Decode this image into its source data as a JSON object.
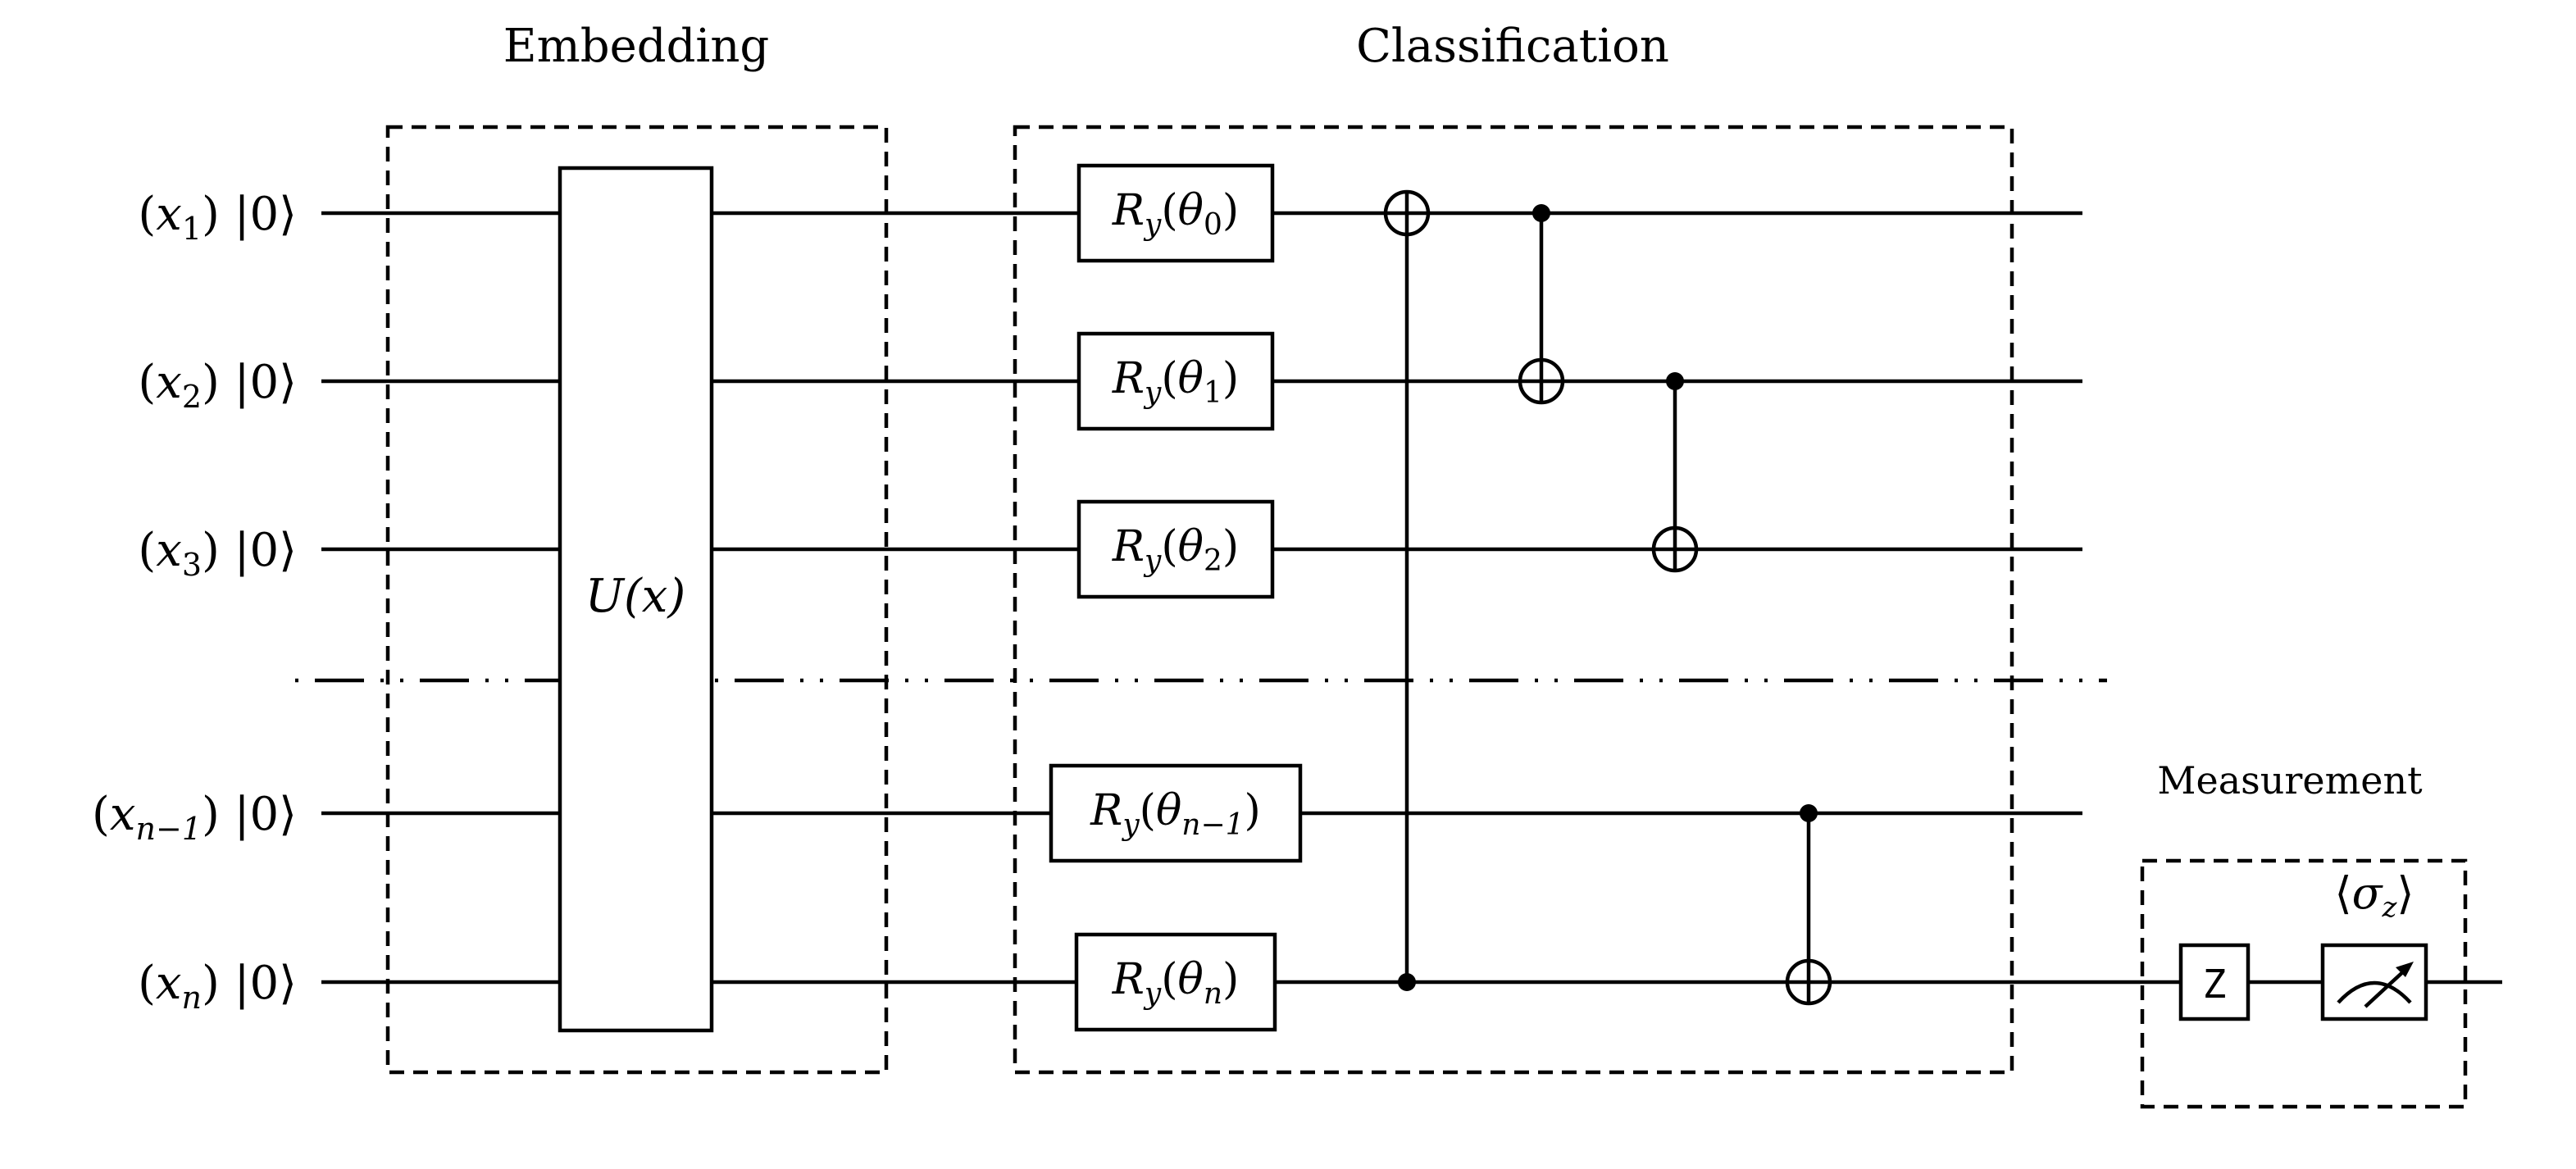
{
  "sections": {
    "embedding": "Embedding",
    "classification": "Classification",
    "measurement": "Measurement"
  },
  "qubits": [
    {
      "var": "x",
      "sub": "1",
      "ket": "|0⟩"
    },
    {
      "var": "x",
      "sub": "2",
      "ket": "|0⟩"
    },
    {
      "var": "x",
      "sub": "3",
      "ket": "|0⟩"
    },
    {
      "var": "x",
      "sub": "n−1",
      "ket": "|0⟩"
    },
    {
      "var": "x",
      "sub": "n",
      "ket": "|0⟩"
    }
  ],
  "embedding_gate": "U(x)",
  "rotation_gates": [
    {
      "base": "R",
      "axis": "y",
      "param": "θ",
      "sub": "0"
    },
    {
      "base": "R",
      "axis": "y",
      "param": "θ",
      "sub": "1"
    },
    {
      "base": "R",
      "axis": "y",
      "param": "θ",
      "sub": "2"
    },
    {
      "base": "R",
      "axis": "y",
      "param": "θ",
      "sub": "n−1"
    },
    {
      "base": "R",
      "axis": "y",
      "param": "θ",
      "sub": "n"
    }
  ],
  "measurement": {
    "z_gate": "Z",
    "observable": {
      "base": "σ",
      "sub": "z"
    },
    "meter_icon": "meter-icon"
  },
  "cnot_gates": [
    {
      "control": "x_n",
      "target": "x_1"
    },
    {
      "control": "x_1",
      "target": "x_2"
    },
    {
      "control": "x_2",
      "target": "x_3"
    },
    {
      "control": "x_n−1",
      "target": "x_n"
    }
  ]
}
